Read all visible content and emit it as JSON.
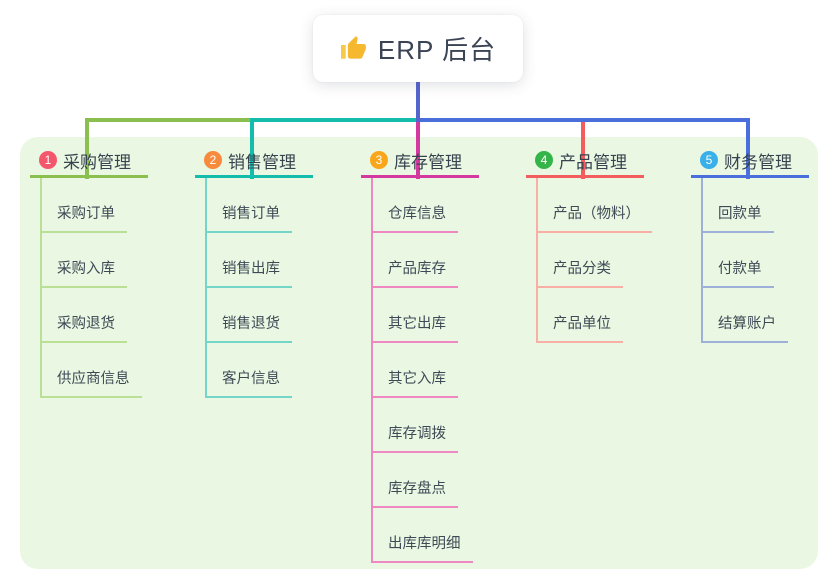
{
  "root": {
    "icon": "thumbs-up-icon",
    "label": "ERP 后台"
  },
  "panel_bg": "#eaf7e2",
  "connectors": {
    "root_drop": "#5565ce",
    "rail_green": "#8bc051",
    "rail_teal": "#14bcab",
    "rail_blue": "#4a6fdc",
    "drop_green": "#8bc051",
    "drop_teal": "#14bcab",
    "drop_magenta": "#d4399f",
    "drop_red": "#f25e5e",
    "drop_blue": "#4a6fdc"
  },
  "branches": [
    {
      "badge": "1",
      "title": "采购管理",
      "color": "#8bc051",
      "light_color": "#b9e094",
      "badge_color": "#f4566c",
      "items": [
        "采购订单",
        "采购入库",
        "采购退货",
        "供应商信息"
      ]
    },
    {
      "badge": "2",
      "title": "销售管理",
      "color": "#14bcab",
      "light_color": "#74d6c8",
      "badge_color": "#f78a3d",
      "items": [
        "销售订单",
        "销售出库",
        "销售退货",
        "客户信息"
      ]
    },
    {
      "badge": "3",
      "title": "库存管理",
      "color": "#d4399f",
      "light_color": "#ef87c3",
      "badge_color": "#f9a61a",
      "items": [
        "仓库信息",
        "产品库存",
        "其它出库",
        "其它入库",
        "库存调拨",
        "库存盘点",
        "出库库明细"
      ]
    },
    {
      "badge": "4",
      "title": "产品管理",
      "color": "#f25e5e",
      "light_color": "#f8afa5",
      "badge_color": "#35b44a",
      "items": [
        "产品（物料）",
        "产品分类",
        "产品单位"
      ]
    },
    {
      "badge": "5",
      "title": "财务管理",
      "color": "#4a6fdc",
      "light_color": "#9fb0d8",
      "badge_color": "#39b0e8",
      "items": [
        "回款单",
        "付款单",
        "结算账户"
      ]
    }
  ]
}
